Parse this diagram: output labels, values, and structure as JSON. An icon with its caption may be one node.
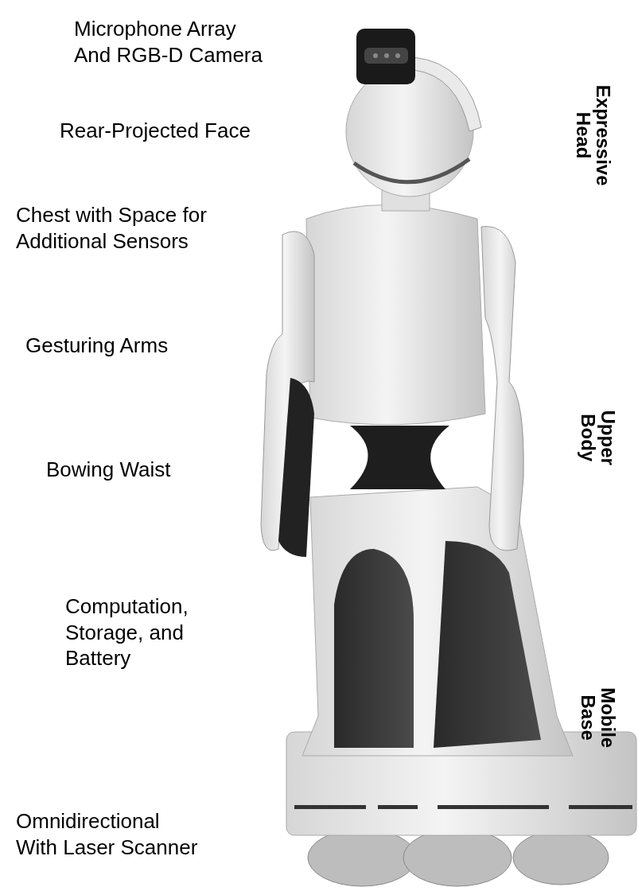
{
  "diagram": {
    "labels": [
      "Microphone Array And RGB-D Camera",
      "Rear-Projected Face",
      "Expressive Head",
      "Chest with Space for Additional Sensors",
      "Gesturing Arms",
      "Upper Body",
      "Bowing Waist",
      "Computation, Storage, and Battery",
      "Mobile Base",
      "Omnidirectional With Laser Scanner"
    ]
  }
}
